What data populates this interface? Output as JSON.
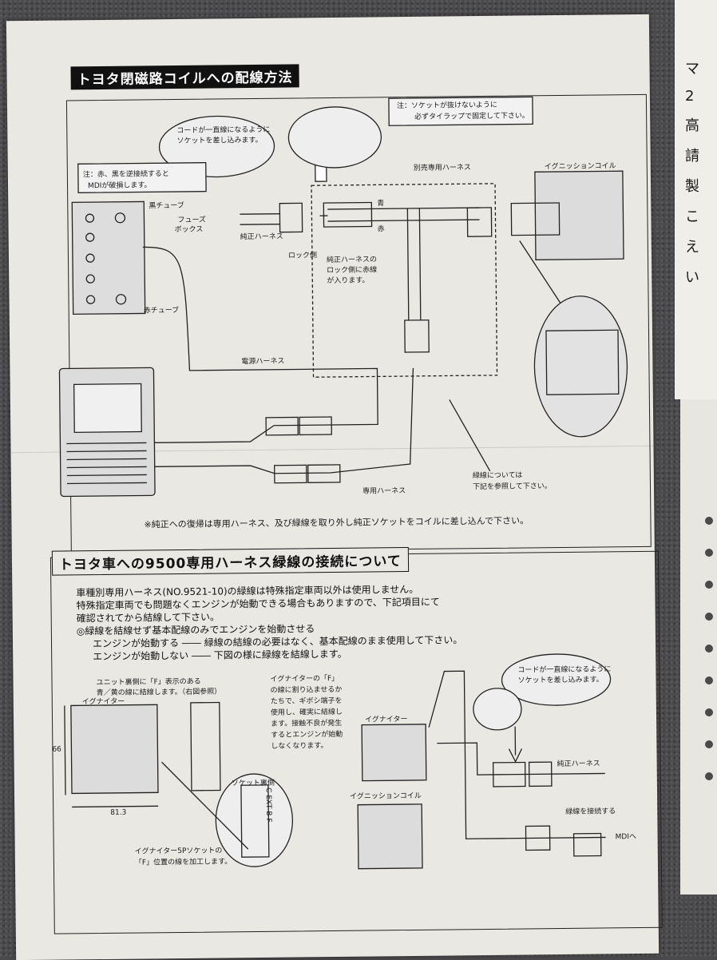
{
  "section1": {
    "title": "トヨタ閉磁路コイルへの配線方法",
    "note_socket": "注：ソケットが抜けないように",
    "note_socket2": "必ずタイラップで固定して下さい。",
    "cord_note1": "コードが一直線になるように",
    "cord_note2": "ソケットを差し込みます。",
    "reverse_note1": "注：赤、黒を逆接続すると",
    "reverse_note2": "MDIが破損します。",
    "black_tube": "黒チューブ",
    "fuse_box1": "フューズ",
    "fuse_box2": "ボックス",
    "red_tube": "赤チューブ",
    "genuine_harness": "純正ハーネス",
    "lock_side": "ロック側",
    "genuine_lock1": "純正ハーネスの",
    "genuine_lock2": "ロック側に赤線",
    "genuine_lock3": "が入ります。",
    "separate_harness": "別売専用ハーネス",
    "blue": "青",
    "red": "赤",
    "ignition_coil": "イグニッションコイル",
    "power_harness": "電源ハーネス",
    "dedicated_harness": "専用ハーネス",
    "green_note1": "緑線については",
    "green_note2": "下記を参照して下さい。",
    "restore_note": "※純正への復帰は専用ハーネス、及び緑線を取り外し純正ソケットをコイルに差し込んで下さい。"
  },
  "section2": {
    "title": "トヨタ車への9500専用ハーネス緑線の接続について",
    "lines": [
      "車種別専用ハーネス(NO.9521-10)の緑線は特殊指定車両以外は使用しません。",
      "特殊指定車両でも問題なくエンジンが始動できる場合もありますので、下記項目にて",
      "確認されてから結線して下さい。",
      "◎緑線を結線せず基本配線のみでエンジンを始動させる",
      "エンジンが始動する ―― 緑線の結線の必要はなく、基本配線のまま使用して下さい。",
      "エンジンが始動しない ―― 下図の様に緑線を結線します。"
    ],
    "unit_note1": "ユニット裏側に「F」表示のある",
    "unit_note2": "青／黄の線に結線します。（右図参照）",
    "igniter": "イグナイター",
    "dim_h": "66",
    "dim_w": "81.3",
    "socket_back": "ソケット裏側",
    "socket_pins": "C EXT B F",
    "igniter_5p1": "イグナイター5Pソケットの",
    "igniter_5p2": "「F」位置の線を加工します。",
    "f_note": [
      "イグナイターの「F」",
      "の線に割り込ませるか",
      "たちで、ギボシ端子を",
      "使用し、確実に結線し",
      "ます。接触不良が発生",
      "するとエンジンが始動",
      "しなくなります。"
    ],
    "igniter2": "イグナイター",
    "ignition_coil2": "イグニッションコイル",
    "cord_note1": "コードが一直線になるように",
    "cord_note2": "ソケットを差し込みます。",
    "genuine_harness": "純正ハーネス",
    "connect_green": "緑線を接続する",
    "to_mdi": "MDIへ"
  },
  "side_sheet": {
    "chars": [
      "マ",
      "2",
      "高",
      "請",
      "製",
      "こ",
      "え",
      "い"
    ]
  }
}
